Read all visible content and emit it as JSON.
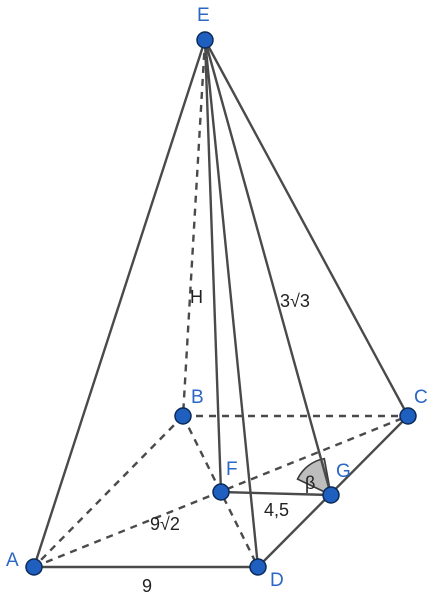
{
  "figure": {
    "vertices": [
      {
        "id": "E",
        "label": "E"
      },
      {
        "id": "B",
        "label": "B"
      },
      {
        "id": "C",
        "label": "C"
      },
      {
        "id": "F",
        "label": "F"
      },
      {
        "id": "G",
        "label": "G"
      },
      {
        "id": "A",
        "label": "A"
      },
      {
        "id": "D",
        "label": "D"
      }
    ],
    "measurements": {
      "height": "H",
      "slant_edge": "3√3",
      "angle": "β",
      "fg_length": "4,5",
      "diagonal": "9√2",
      "base_side": "9"
    },
    "colors": {
      "vertex": "#1f5fbf",
      "vertex_label": "#2a67c6",
      "edge": "#4a4a4a",
      "angle_shade": "#bdbdbd"
    }
  }
}
